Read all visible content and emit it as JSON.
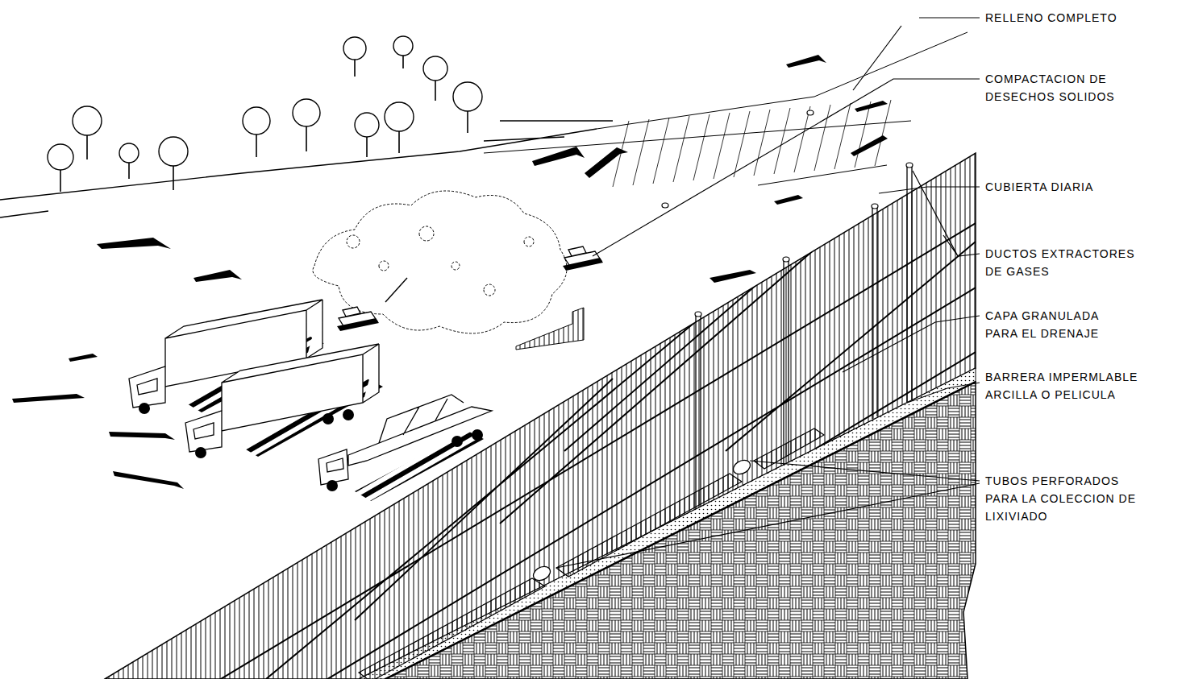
{
  "diagram": {
    "labels": [
      "RELLENO COMPLETO",
      "COMPACTACION DE DESECHOS SOLIDOS",
      "CUBIERTA DIARIA",
      "DUCTOS EXTRACTORES DE GASES",
      "CAPA GRANULADA PARA EL DRENAJE",
      "BARRERA IMPERMLABLE ARCILLA O PELICULA",
      "TUBOS PERFORADOS PARA LA COLECCION DE LIXIVIADO"
    ]
  }
}
